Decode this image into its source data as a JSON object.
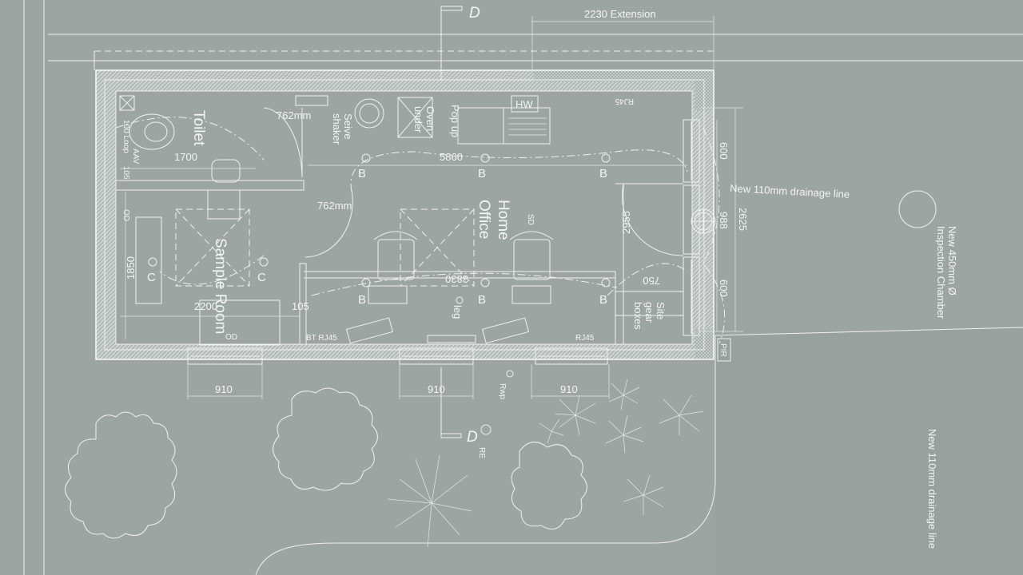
{
  "drawing": {
    "top_dimension": "2230 Extension",
    "section_mark": "D",
    "section_ref": "RE",
    "rooms": {
      "toilet": "Toilet",
      "sample_room": "Sample Room",
      "home_office_line1": "Home",
      "home_office_line2": "Office"
    },
    "labels": {
      "seive_line1": "Seive",
      "seive_line2": "shaker",
      "oven_line1": "Oven",
      "oven_line2": "under",
      "pop_up": "Pop up",
      "hw": "HW",
      "loop": "100 Loop",
      "aav": "AAV",
      "od_left": "OD",
      "od_bottom": "OD",
      "sd": "SD",
      "leg": "leg",
      "site_line1": "Site",
      "site_line2": "gear",
      "site_line3": "boxes",
      "bt_rj45": "BT  RJ45",
      "rj45_bottom": "RJ45",
      "rj45_top": "RJ45",
      "pir": "PIR",
      "rwp": "Rwp",
      "drainage_right": "New 110mm drainage line",
      "chamber_line1": "New 450mm Ø",
      "chamber_line2": "Inspection Chamber",
      "drainage_bottom": "New 110mm drainage line"
    },
    "dimensions": {
      "door_toilet": "762mm",
      "door_office": "762mm",
      "d1700": "1700",
      "d5860": "5860",
      "d1850": "1850",
      "d2200": "2200",
      "d105_wall": "105",
      "d105_left": "105",
      "d3830": "3830",
      "d2955": "2955",
      "d750": "750",
      "d600_top": "600",
      "d988": "988",
      "d2625": "2625",
      "d600_bottom": "600",
      "w910_1": "910",
      "w910_2": "910",
      "w910_3": "910"
    },
    "symbols": {
      "light_b": "B",
      "light_c": "C"
    }
  }
}
